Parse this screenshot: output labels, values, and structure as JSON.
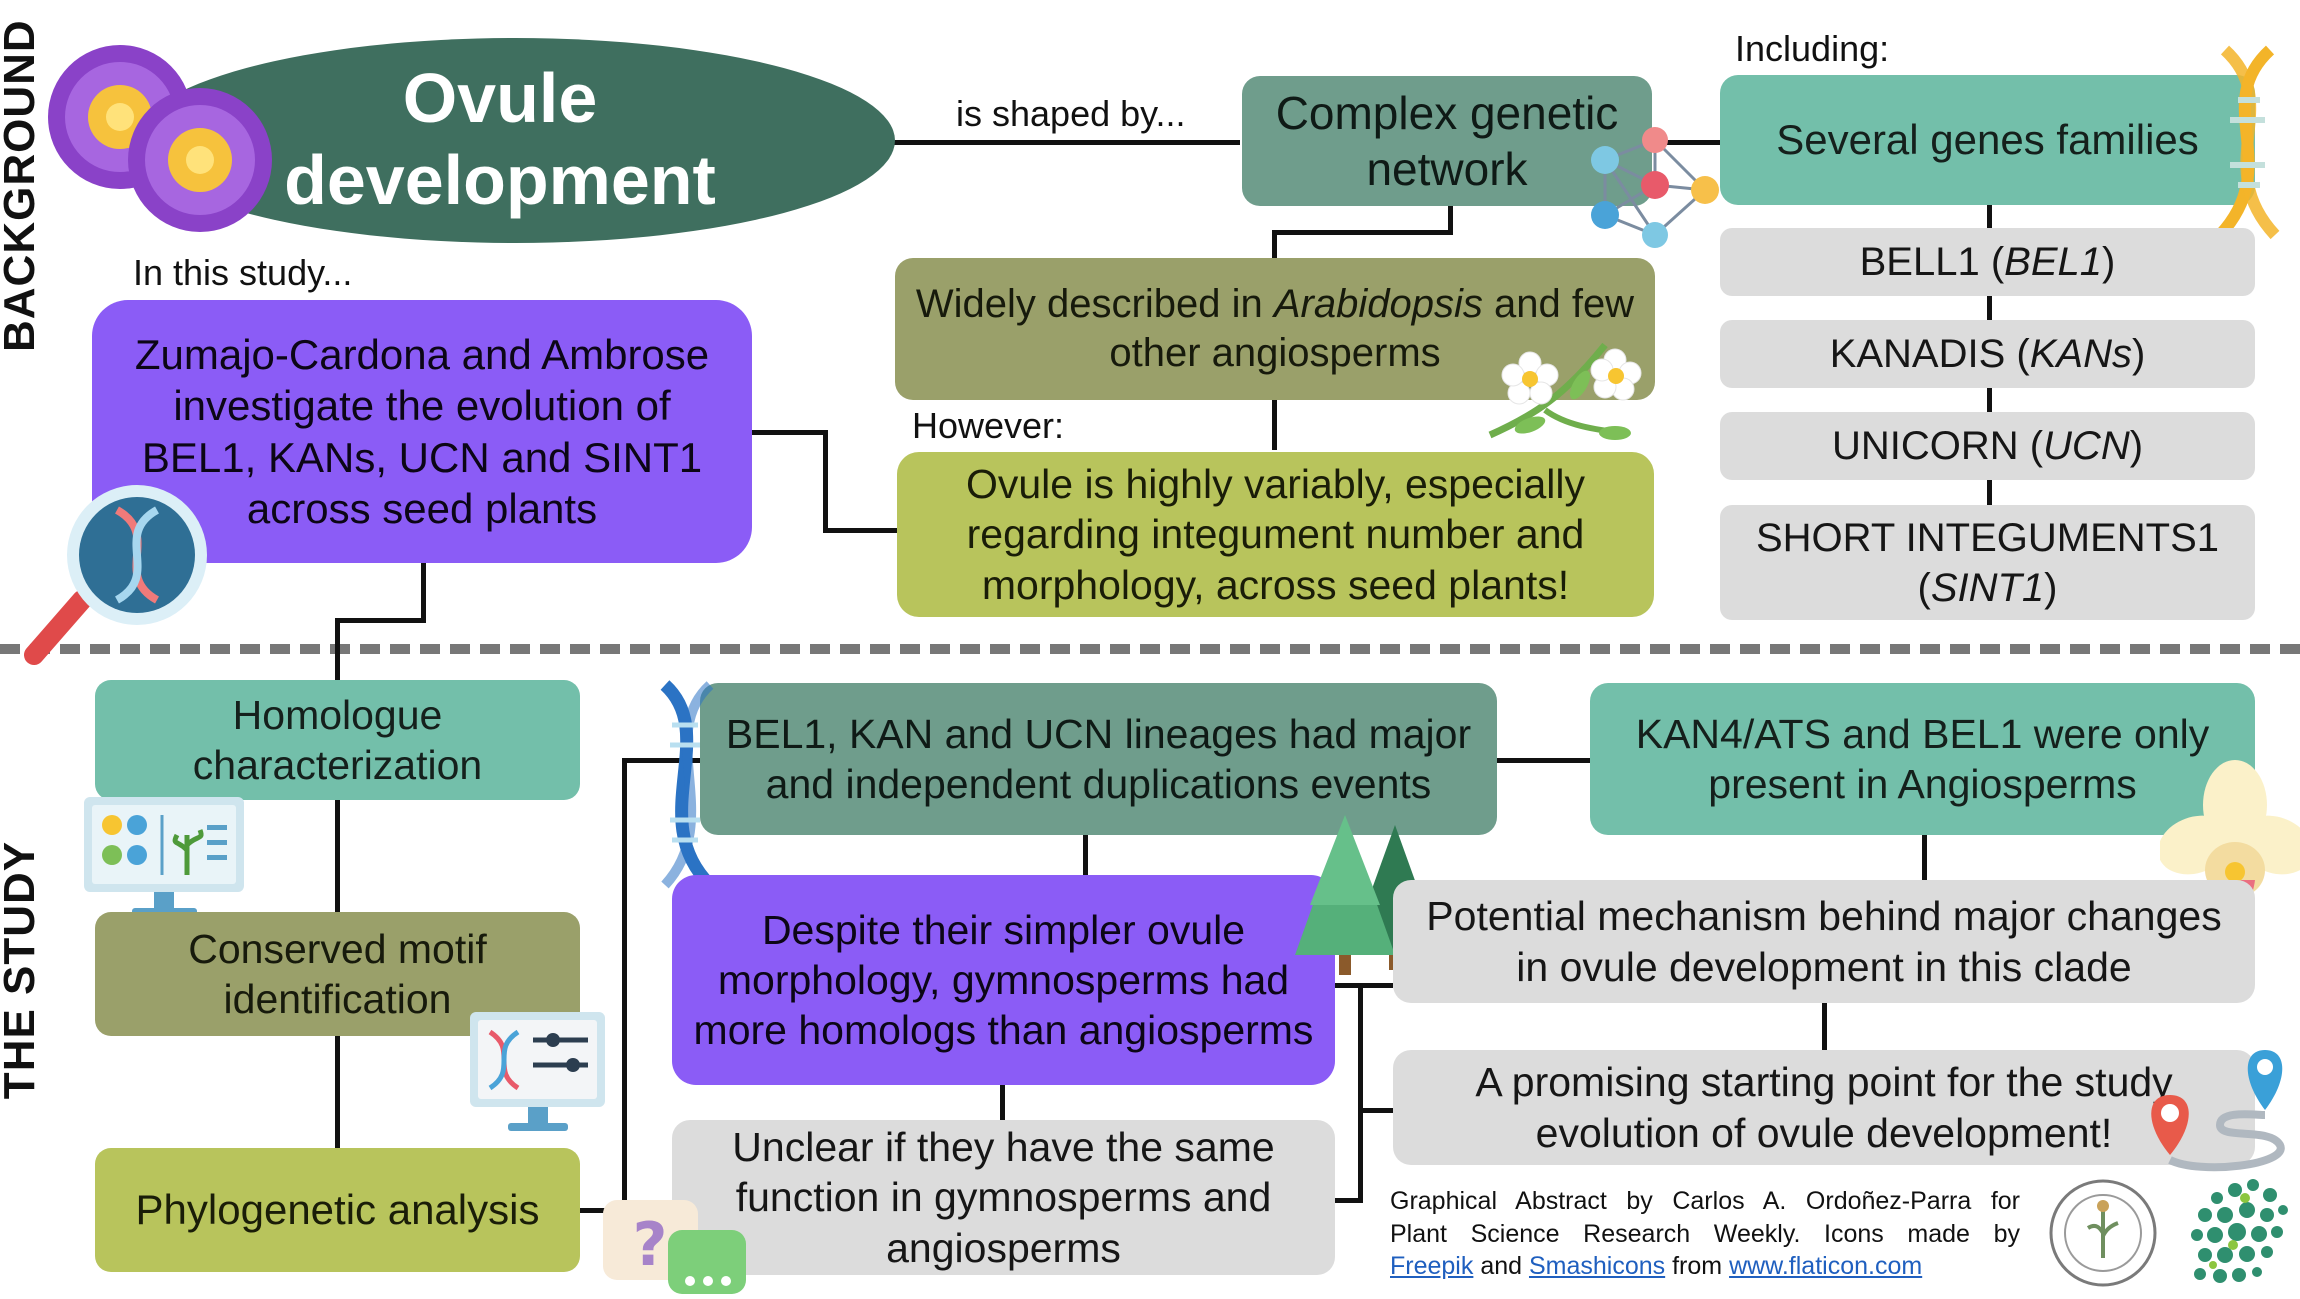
{
  "sections": {
    "background": "BACKGROUND",
    "study": "THE STUDY"
  },
  "title": {
    "line1": "Ovule",
    "line2": "development"
  },
  "connectors": {
    "shaped_by": "is shaped by...",
    "in_this_study": "In this study...",
    "however": "However:",
    "including": "Including:"
  },
  "nodes": {
    "complex_network": "Complex genetic network",
    "gene_families": "Several genes families",
    "widely_pre": "Widely described in ",
    "widely_ital": "Arabidopsis",
    "widely_post": " and few other angiosperms",
    "study": "Zumajo-Cardona and Ambrose investigate the evolution of BEL1, KANs, UCN and SINT1 across seed plants",
    "variable": "Ovule is highly variably, especially regarding integument number and morphology, across seed plants!"
  },
  "genes": [
    {
      "name": "BELL1",
      "abbr": "BEL1"
    },
    {
      "name": "KANADIS",
      "abbr": "KANs"
    },
    {
      "name": "UNICORN",
      "abbr": "UCN"
    },
    {
      "name": "SHORT INTEGUMENTS1",
      "abbr": "SINT1"
    }
  ],
  "methods": [
    "Homologue characterization",
    "Conserved motif identification",
    "Phylogenetic analysis"
  ],
  "results": {
    "duplications": "BEL1, KAN and UCN lineages had major and independent duplications events",
    "angio_only": "KAN4/ATS and BEL1 were only present in Angiosperms",
    "gymno_more": "Despite their simpler ovule morphology, gymnosperms had more homologs than angiosperms",
    "mechanism": "Potential mechanism behind major changes in ovule development in this clade",
    "unclear": "Unclear if they have the same function in gymnosperms and angiosperms",
    "promising": "A promising starting point for the study evolution of ovule development!"
  },
  "credit": {
    "line1": "Graphical Abstract by Carlos A. Ordoñez-Parra for",
    "line2": "Plant Science Research Weekly. Icons made by",
    "freepik": "Freepik",
    "and": " and ",
    "smashicons": "Smashicons",
    "from": " from ",
    "site": "www.flaticon.com"
  },
  "colors": {
    "teal": "#73bfaa",
    "dark_teal": "#6f9d8c",
    "olive": "#9aa06a",
    "lime": "#b8c45c",
    "purple": "#8b5cf6",
    "grey": "#dcdcdc",
    "title_bg": "#3f6f5f",
    "dashed": "#777777"
  }
}
